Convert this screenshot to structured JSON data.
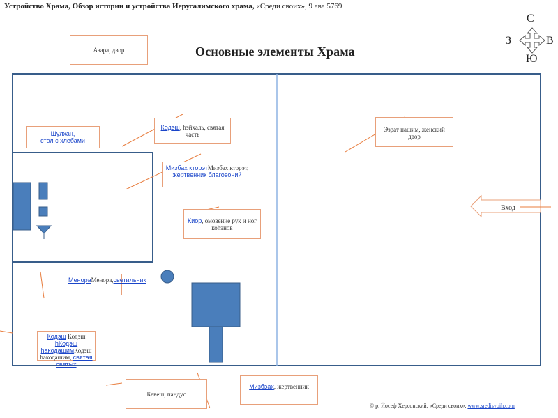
{
  "header": {
    "bold": "Устройство Храма, Обзор истории и устройства Иерусалимского храма,",
    "normal": " «Среди своих», 9 ава 5769"
  },
  "title": "Основные элементы Храма",
  "compass": {
    "north": "С",
    "south": "Ю",
    "west": "З",
    "east": "В"
  },
  "labels": {
    "azara": "Азара, двор",
    "shulhan_link": "Шулхан,",
    "shulhan_link2": "стол с хлебами",
    "kodesh_link": "Кодэш",
    "kodesh_text": ", hэйхаль, святая часть",
    "mizbah_ktoret_link": "Мизбах кторэт",
    "mizbah_ktoret_text": "Мизбах кторэт, ",
    "mizbah_ktoret_link2": "жертвенник благовоний",
    "kior_link": "Киор",
    "kior_text": ", омовение рук и ног коhэнов",
    "menora_link": "Менора",
    "menora_text": "Менора,",
    "menora_link2": "светильник",
    "kodesh_kod_link": "Кодэш",
    "kodesh_kod_text1": " Кодэш ",
    "kodesh_kod_link2": "hКодэш hакодашим",
    "kodesh_kod_text2": "Кодэш hакодашим, ",
    "kodesh_kod_link3": "святая святых",
    "ezrat_nashim": "Эзрат нашим, женский двор",
    "kevesh": "Кевеш, пандус",
    "mizbeah_link": "Мизбэах",
    "mizbeah_text": ", жертвенник",
    "entrance": "Вход"
  },
  "footer": {
    "text": "© р. Йосеф Херсонский, «Среди своих», ",
    "link": "www.sredisvoih.com"
  },
  "colors": {
    "building": "#4a7ebb",
    "outline": "#385d8a",
    "leader": "#e87d3e"
  }
}
